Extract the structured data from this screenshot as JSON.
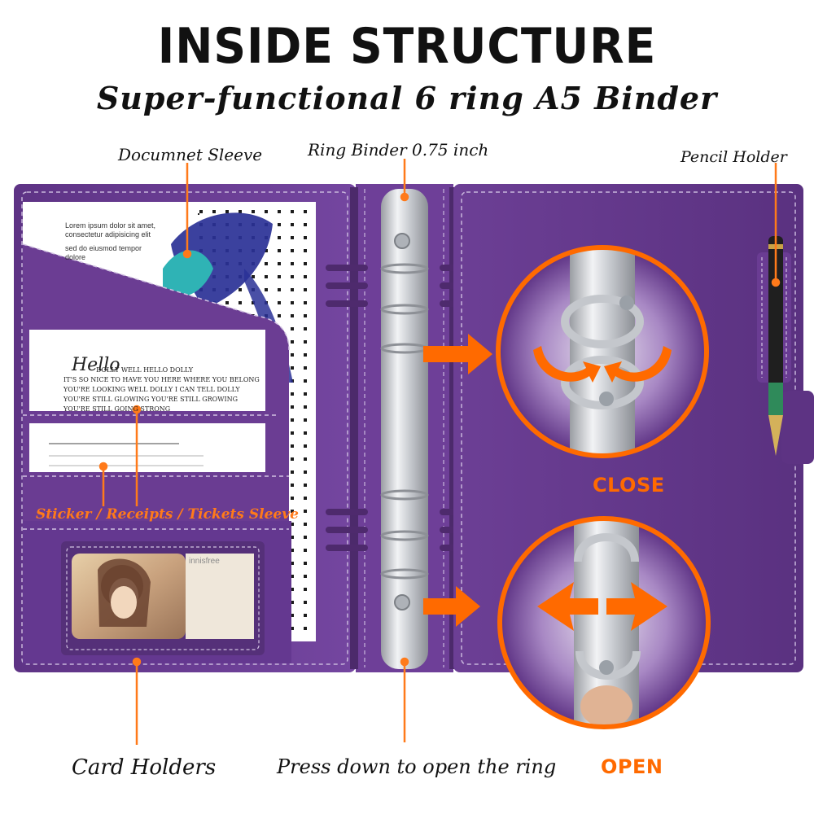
{
  "header": {
    "title": "INSIDE STRUCTURE",
    "subtitle": "Super-functional 6 ring A5 Binder"
  },
  "callouts": {
    "document_sleeve": "Documnet Sleeve",
    "ring_binder": "Ring Binder 0.75 inch",
    "pencil_holder": "Pencil Holder",
    "sticker_sleeve": "Sticker / Receipts / Tickets Sleeve",
    "card_holders": "Card Holders",
    "press_down": "Press down to open the ring"
  },
  "states": {
    "close": "CLOSE",
    "open": "OPEN"
  },
  "inserts": {
    "lorem_lines": [
      "Lorem ipsum dolor sit amet,",
      "consectetur adipisicing elit",
      "sed do eiusmod tempor",
      "dolore"
    ],
    "hello_title": "Hello",
    "hello_lines": [
      "DOLLY WELL HELLO DOLLY",
      "IT'S SO NICE TO HAVE YOU HERE WHERE YOU BELONG",
      "YOU'RE LOOKING WELL DOLLY I CAN TELL DOLLY",
      "YOU'RE STILL GLOWING YOU'RE STILL GROWING",
      "YOU'RE STILL GOING STRONG"
    ],
    "card_brand": "innisfree"
  },
  "colors": {
    "binder_purple": "#6a3c91",
    "binder_dark": "#4e2a6d",
    "accent_orange": "#ff6a00",
    "ring_silver": "#d6d8dc"
  }
}
